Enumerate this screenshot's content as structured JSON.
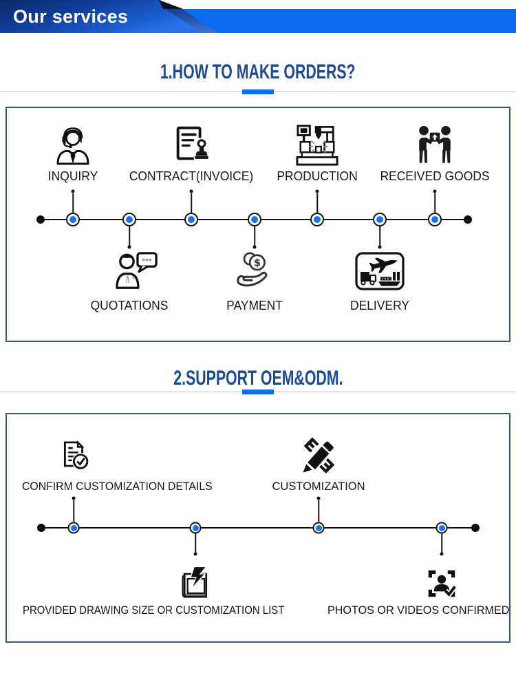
{
  "banner": {
    "title": "Our services",
    "bar_color": "#0a6cf0",
    "ribbon_dark": "#0a2866",
    "ribbon_light": "#2a70e8"
  },
  "sections": [
    {
      "heading": "1.HOW TO MAKE ORDERS?",
      "steps_top": [
        {
          "label": "INQUIRY",
          "icon": "headset-agent-icon"
        },
        {
          "label": "CONTRACT(INVOICE)",
          "icon": "contract-stamp-icon"
        },
        {
          "label": "PRODUCTION",
          "icon": "production-machine-icon"
        },
        {
          "label": "RECEIVED GOODS",
          "icon": "received-goods-icon"
        }
      ],
      "steps_bottom": [
        {
          "label": "QUOTATIONS",
          "icon": "quotation-person-icon"
        },
        {
          "label": "PAYMENT",
          "icon": "payment-hand-icon"
        },
        {
          "label": "DELIVERY",
          "icon": "delivery-transport-icon"
        }
      ]
    },
    {
      "heading": "2.SUPPORT OEM&ODM.",
      "steps_top": [
        {
          "label": "CONFIRM CUSTOMIZATION DETAILS",
          "icon": "checklist-confirm-icon"
        },
        {
          "label": "CUSTOMIZATION",
          "icon": "pen-tools-icon"
        }
      ],
      "steps_bottom": [
        {
          "label": "PROVIDED DRAWING SIZE OR CUSTOMIZATION LIST",
          "icon": "drawing-notebook-icon"
        },
        {
          "label": "PHOTOS OR VIDEOS CONFIRMED",
          "icon": "photo-confirm-icon"
        }
      ]
    }
  ],
  "colors": {
    "heading_blue": "#1b4b94",
    "accent_blue": "#0d6ef2",
    "node_blue": "#1b74e8",
    "box_border": "#3d5873"
  }
}
